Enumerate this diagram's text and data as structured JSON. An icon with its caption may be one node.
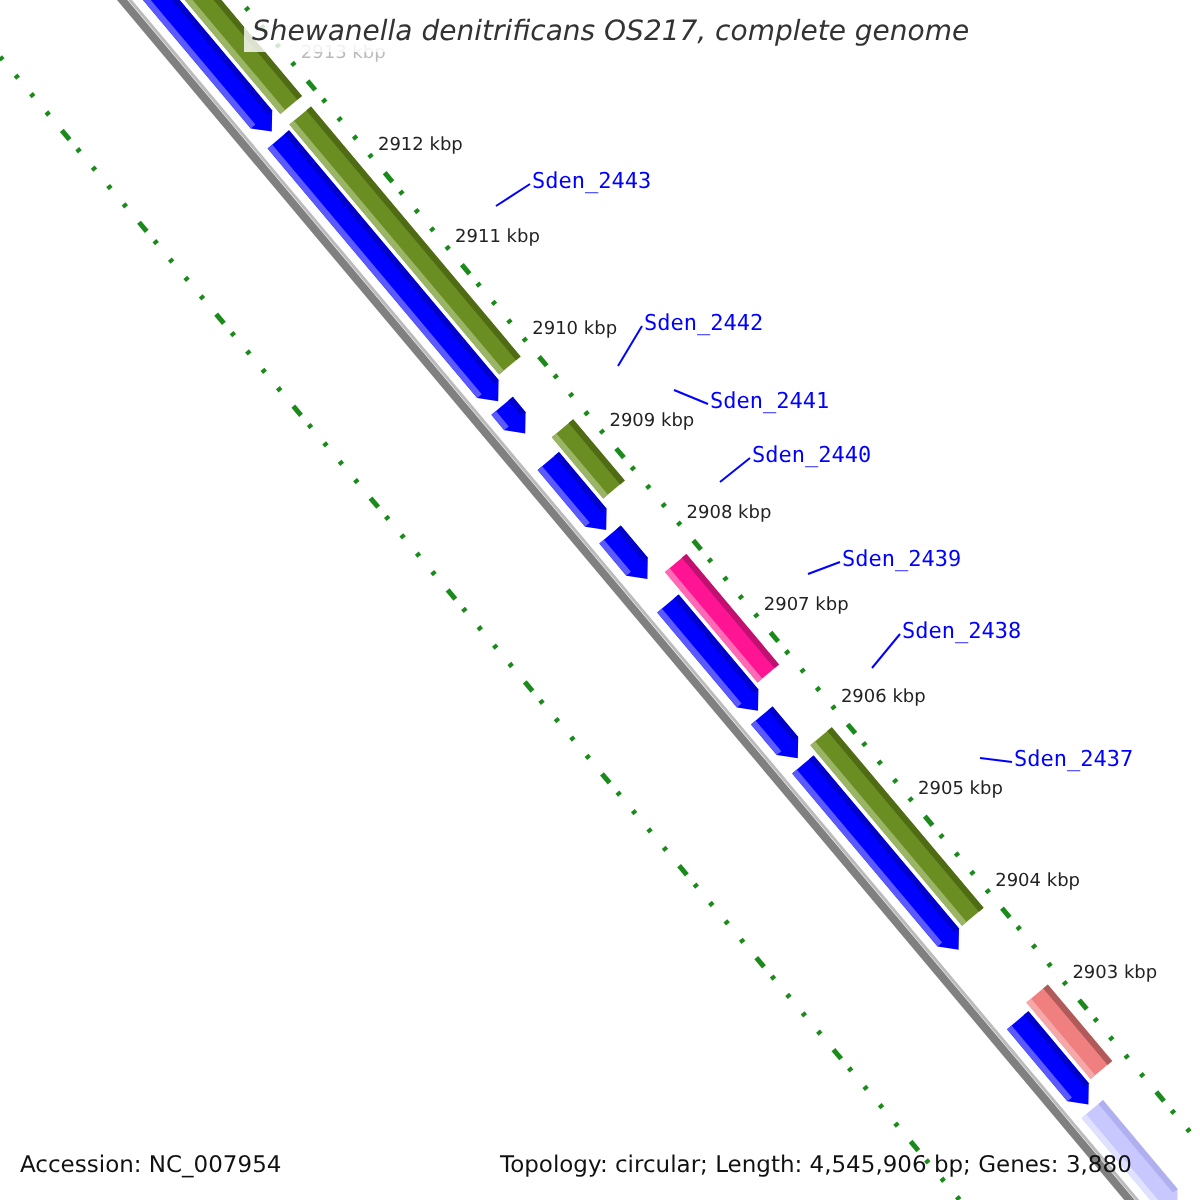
{
  "diagram": {
    "title": "Shewanella denitrificans OS217, complete genome",
    "nodes": [
      {
        "text": [
          "Sden_2443"
        ]
      },
      {
        "text": [
          "Sden_2442"
        ]
      },
      {
        "text": [
          "Sden_2441"
        ]
      },
      {
        "text": [
          "Sden_2440"
        ]
      },
      {
        "text": [
          "Sden_2439"
        ]
      },
      {
        "text": [
          "Sden_2438"
        ]
      },
      {
        "text": [
          "Sden_2437"
        ]
      }
    ],
    "edges": [
      {
        "from": 0,
        "to": null,
        "arrow": "none"
      },
      {
        "from": 1,
        "to": null,
        "arrow": "none"
      },
      {
        "from": 2,
        "to": null,
        "arrow": "none"
      },
      {
        "from": 3,
        "to": null,
        "arrow": "none"
      },
      {
        "from": 4,
        "to": null,
        "arrow": "none"
      },
      {
        "from": 5,
        "to": null,
        "arrow": "none"
      },
      {
        "from": 6,
        "to": null,
        "arrow": "none"
      }
    ],
    "labels": [
      "2913 kbp",
      "2912 kbp",
      "2911 kbp",
      "2910 kbp",
      "2909 kbp",
      "2908 kbp",
      "2907 kbp",
      "2906 kbp",
      "2905 kbp",
      "2904 kbp",
      "2903 kbp",
      "Accession: NC_007954",
      "Topology: circular; Length: 4,545,906 bp; Genes: 3,880"
    ]
  }
}
